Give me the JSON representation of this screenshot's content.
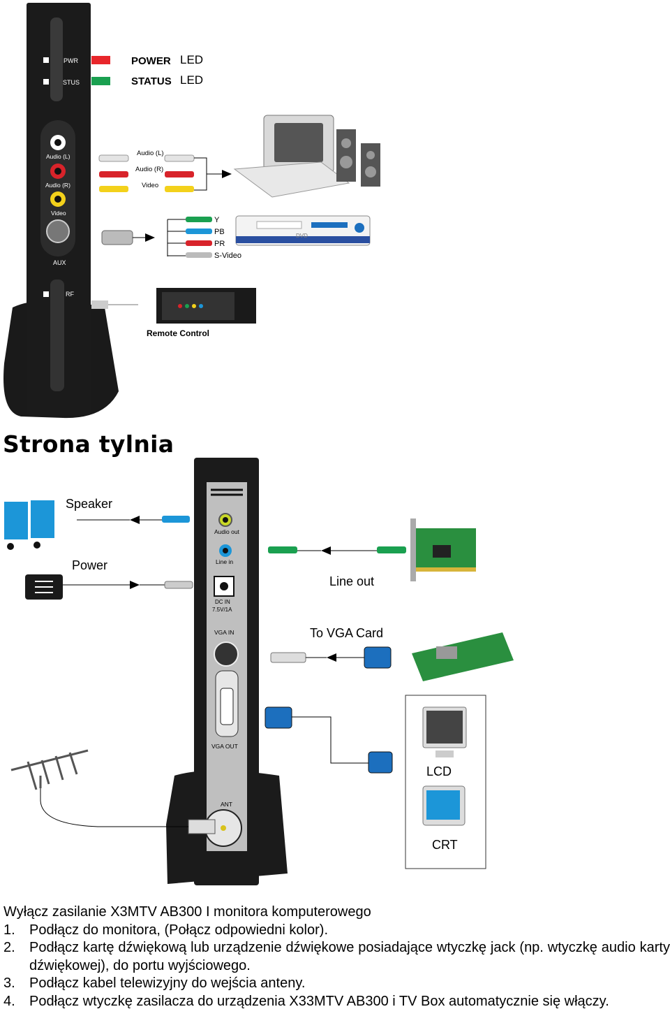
{
  "top_panel": {
    "pwr": "PWR",
    "stus": "STUS",
    "power_led": {
      "word": "POWER",
      "led": "LED",
      "color": "#e8262b"
    },
    "status_led": {
      "word": "STATUS",
      "led": "LED",
      "color": "#1aa050"
    },
    "audio_l_port": "Audio (L)",
    "audio_r_port": "Audio (R)",
    "video_port": "Video",
    "aux": "AUX",
    "rf": "RF",
    "cable_audio_l": "Audio (L)",
    "cable_audio_r": "Audio (R)",
    "cable_video": "Video",
    "component": {
      "y": "Y",
      "pb": "PB",
      "pr": "PR",
      "svideo": "S-Video"
    },
    "dvd_label": "DVD",
    "remote_label": "Remote Control"
  },
  "section_title": "Strona tylnia",
  "rear_panel": {
    "audio_out": "Audio out",
    "line_in": "Line in",
    "dc_in": "DC IN",
    "dc_spec": "7.5V/1A",
    "vga_in": "VGA  IN",
    "vga_out": "VGA OUT",
    "ant": "ANT",
    "speaker": "Speaker",
    "power": "Power",
    "line_out": "Line out",
    "to_vga": "To VGA Card",
    "lcd": "LCD",
    "crt": "CRT"
  },
  "instructions": {
    "lead": "Wyłącz zasilanie X3MTV AB300 I monitora komputerowego",
    "steps": [
      {
        "num": "1.",
        "text": "Podłącz do monitora,  (Połącz odpowiedni kolor)."
      },
      {
        "num": "2.",
        "text": "Podłącz kartę dźwiękową lub urządzenie dźwiękowe posiadające wtyczkę jack (np. wtyczkę audio karty dźwiękowej), do portu wyjściowego."
      },
      {
        "num": "3.",
        "text": "Podłącz kabel telewizyjny do wejścia anteny."
      },
      {
        "num": "4.",
        "text": "Podłącz wtyczkę zasilacza do urządzenia X33MTV AB300 i TV Box automatycznie się włączy."
      }
    ]
  }
}
